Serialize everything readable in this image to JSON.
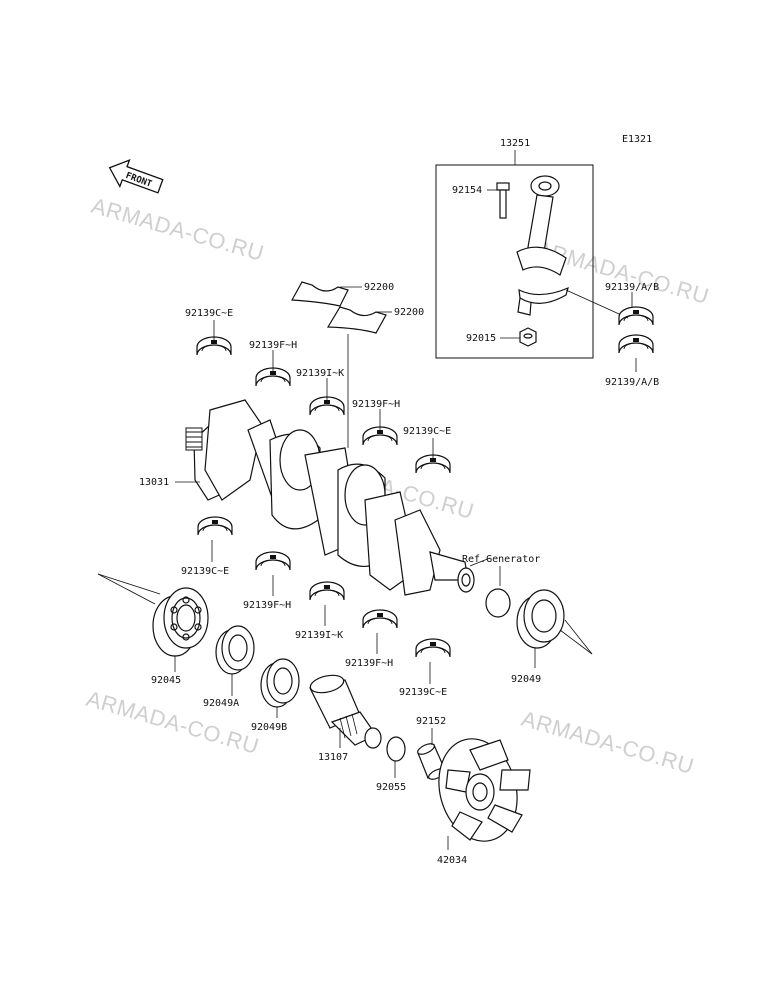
{
  "code": "E1321",
  "front_label": "FRONT",
  "watermarks": [
    "ARMADA-CO.RU",
    "ARMADA-CO.RU",
    "ARMADA-CO.RU",
    "ARMADA-CO.RU",
    "ARMADA-CO.RU"
  ],
  "labels": {
    "p13251": "13251",
    "p92154": "92154",
    "p92015": "92015",
    "p92139ab_1": "92139/A/B",
    "p92139ab_2": "92139/A/B",
    "p92200_1": "92200",
    "p92200_2": "92200",
    "p92139ce_1": "92139C~E",
    "p92139fh_1": "92139F~H",
    "p92139ik_1": "92139I~K",
    "p92139fh_2": "92139F~H",
    "p92139ce_2": "92139C~E",
    "p13031": "13031",
    "p92139ce_3": "92139C~E",
    "p92139fh_3": "92139F~H",
    "p92139ik_2": "92139I~K",
    "p92139fh_4": "92139F~H",
    "p92139ce_4": "92139C~E",
    "ref_generator": "Ref.Generator",
    "p92045": "92045",
    "p92049a": "92049A",
    "p92049b": "92049B",
    "p13107": "13107",
    "p92152": "92152",
    "p92055": "92055",
    "p92049": "92049",
    "p42034": "42034"
  }
}
